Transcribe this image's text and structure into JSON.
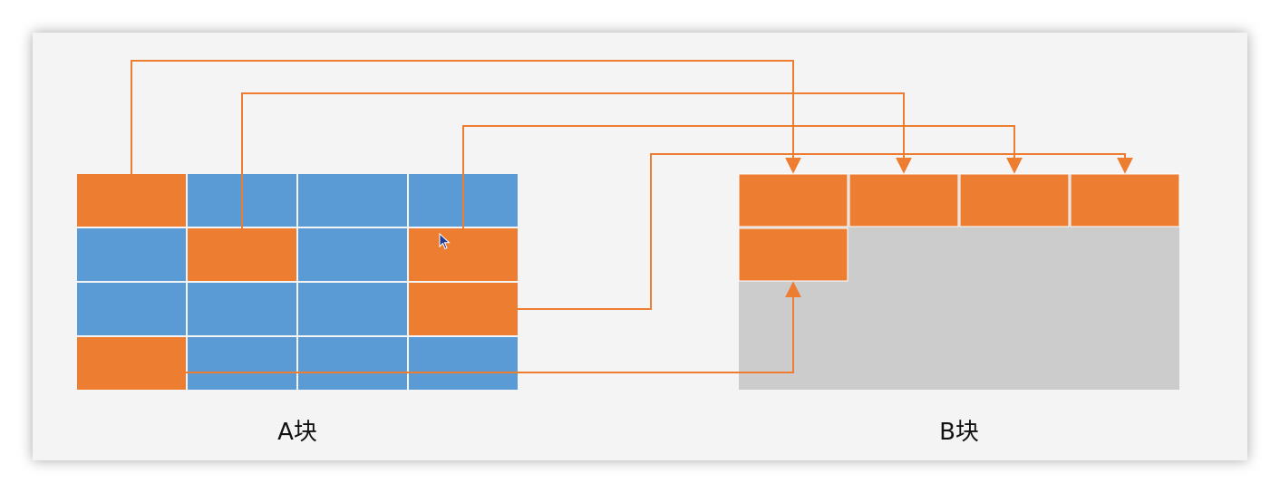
{
  "colors": {
    "orange": "#ed7d31",
    "blue": "#5b9bd5",
    "gray": "#cccccc",
    "grid_line": "#ffffff",
    "connector": "#ed7d31",
    "background": "#f4f4f4"
  },
  "block_a": {
    "label": "A块",
    "rows": 4,
    "cols": 4,
    "highlighted_cells": [
      [
        0,
        0
      ],
      [
        1,
        1
      ],
      [
        1,
        3
      ],
      [
        2,
        3
      ],
      [
        3,
        0
      ]
    ]
  },
  "block_b": {
    "label": "B块",
    "filled_cells": [
      [
        0,
        0
      ],
      [
        0,
        1
      ],
      [
        0,
        2
      ],
      [
        0,
        3
      ],
      [
        1,
        0
      ]
    ]
  },
  "connections": [
    {
      "from": [
        0,
        0
      ],
      "to": [
        0,
        0
      ]
    },
    {
      "from": [
        1,
        1
      ],
      "to": [
        0,
        1
      ]
    },
    {
      "from": [
        1,
        3
      ],
      "to": [
        0,
        2
      ]
    },
    {
      "from": [
        2,
        3
      ],
      "to": [
        0,
        3
      ]
    },
    {
      "from": [
        3,
        0
      ],
      "to": [
        1,
        0
      ]
    }
  ],
  "cursor": {
    "icon": "mouse-pointer-icon"
  }
}
